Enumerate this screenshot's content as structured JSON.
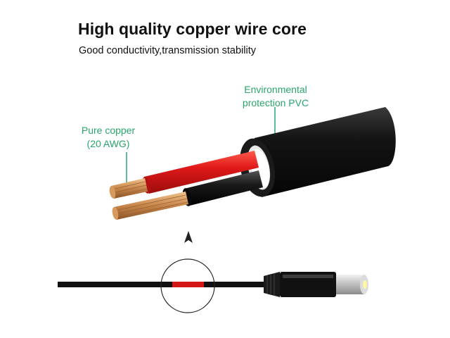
{
  "header": {
    "title": "High quality copper wire core",
    "subtitle": "Good conductivity,transmission stability"
  },
  "callouts": {
    "pvc": {
      "line1": "Environmental",
      "line2": "protection PVC"
    },
    "copper": {
      "line1": "Pure copper",
      "line2": "(20 AWG)"
    }
  },
  "colors": {
    "label": "#2aa56d",
    "jacket": "#111111",
    "red_wire": "#e01818",
    "copper": "#c8864a"
  }
}
